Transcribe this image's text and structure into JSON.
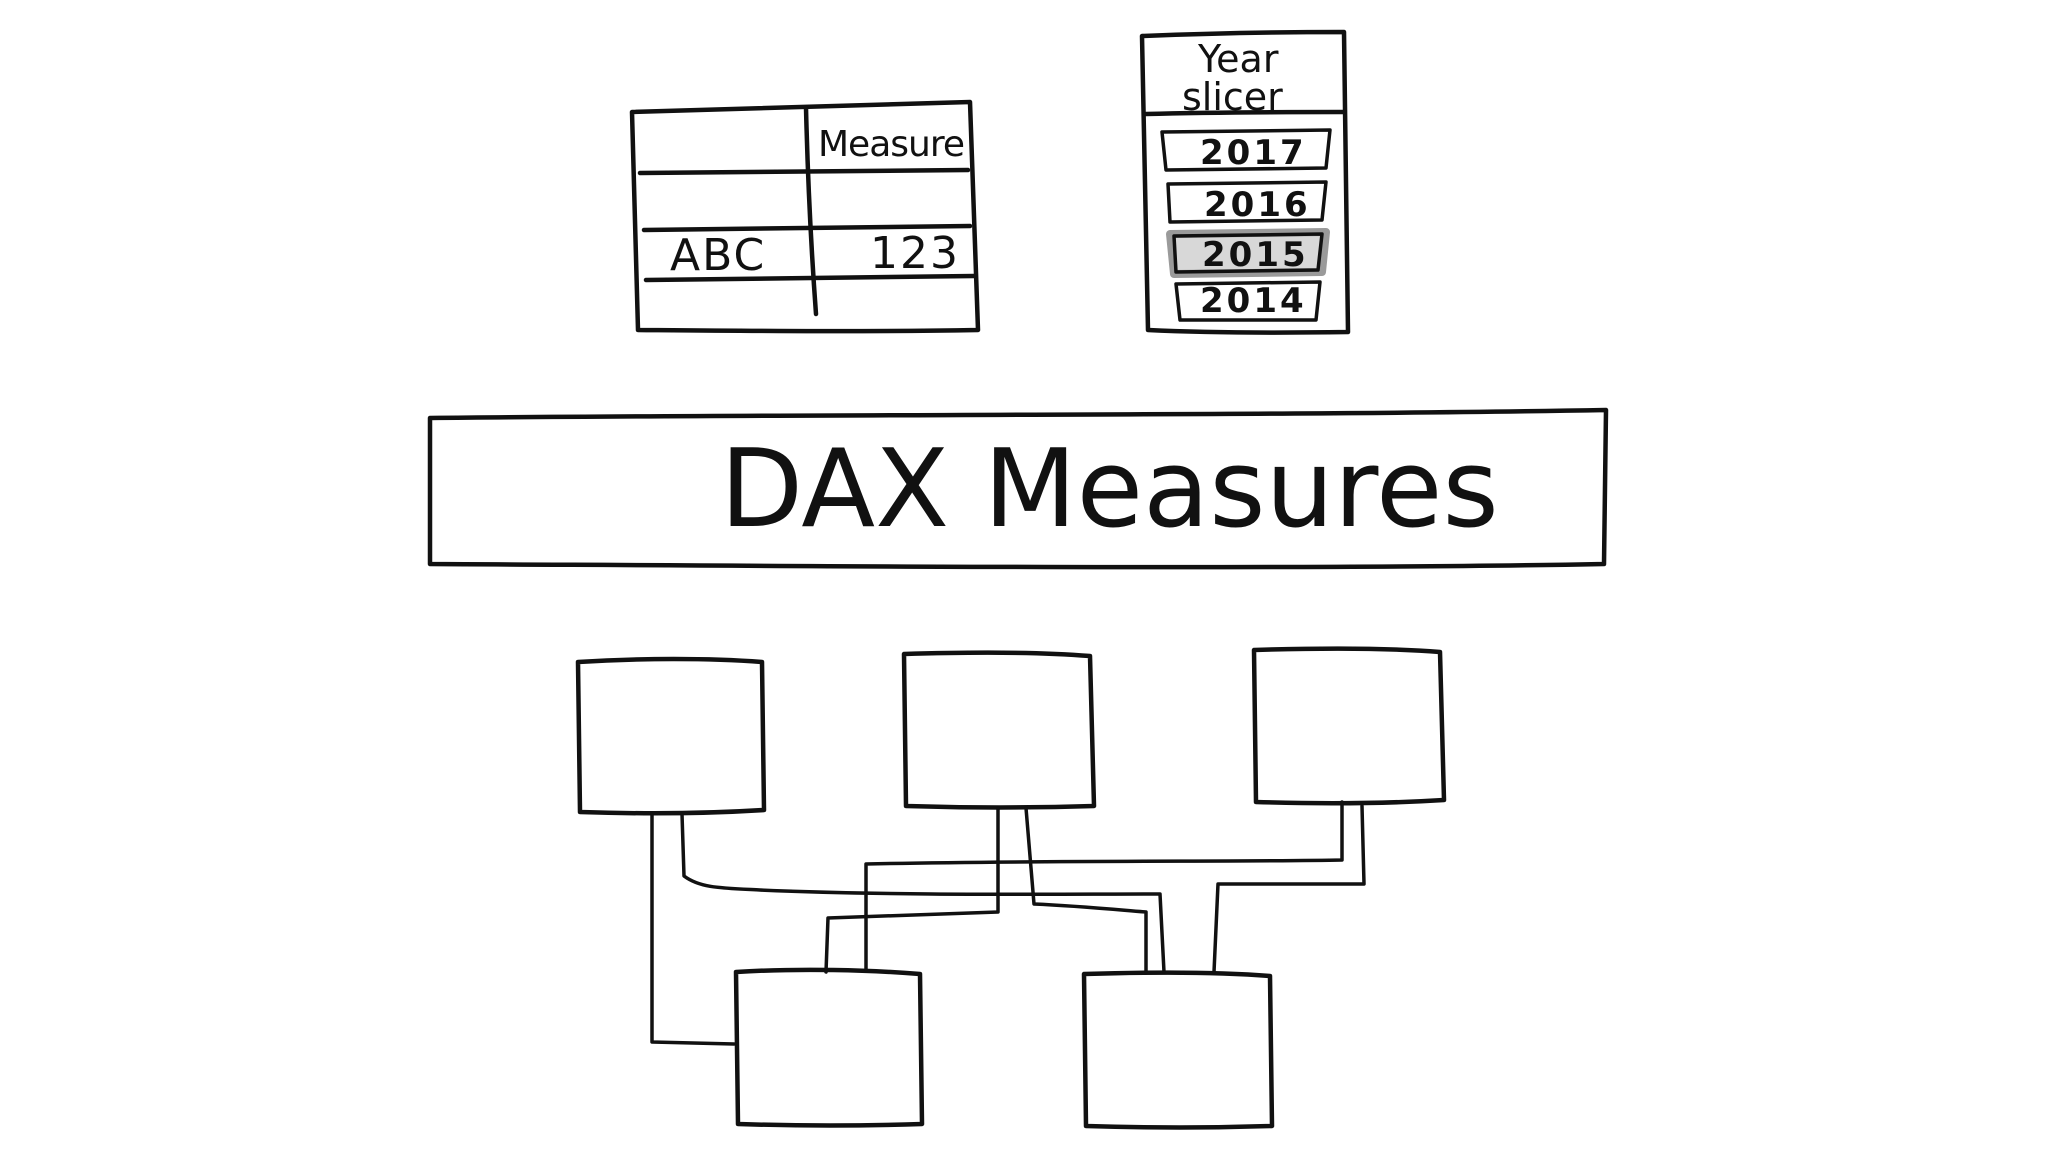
{
  "table_visual": {
    "header": [
      "",
      "Measure"
    ],
    "rows": [
      [
        "",
        ""
      ],
      [
        "ABC",
        "123"
      ],
      [
        "",
        ""
      ]
    ]
  },
  "slicer": {
    "title_line1": "Year",
    "title_line2": "slicer",
    "items": [
      {
        "label": "2017",
        "selected": false
      },
      {
        "label": "2016",
        "selected": false
      },
      {
        "label": "2015",
        "selected": true
      },
      {
        "label": "2014",
        "selected": false
      }
    ]
  },
  "banner": {
    "label": "DAX Measures"
  },
  "data_model": {
    "tables_top_count_label": "",
    "colors": {
      "ink": "#111111",
      "selected_fill": "#d8d8d8"
    }
  }
}
